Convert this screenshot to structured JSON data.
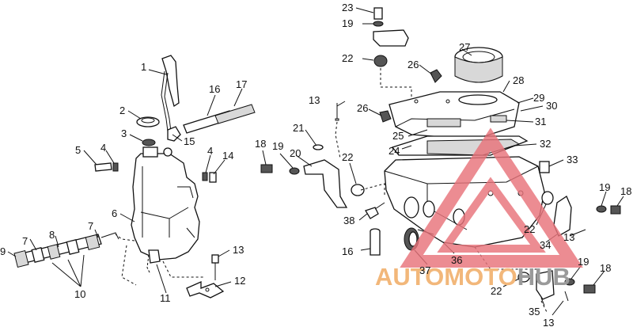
{
  "diagram": {
    "callouts": [
      {
        "id": "c1",
        "text": "1"
      },
      {
        "id": "c2",
        "text": "2"
      },
      {
        "id": "c3",
        "text": "3"
      },
      {
        "id": "c4a",
        "text": "4"
      },
      {
        "id": "c4b",
        "text": "4"
      },
      {
        "id": "c5",
        "text": "5"
      },
      {
        "id": "c6",
        "text": "6"
      },
      {
        "id": "c7a",
        "text": "7"
      },
      {
        "id": "c7b",
        "text": "7"
      },
      {
        "id": "c8",
        "text": "8"
      },
      {
        "id": "c9",
        "text": "9"
      },
      {
        "id": "c10",
        "text": "10"
      },
      {
        "id": "c11",
        "text": "11"
      },
      {
        "id": "c12",
        "text": "12"
      },
      {
        "id": "c13a",
        "text": "13"
      },
      {
        "id": "c13b",
        "text": "13"
      },
      {
        "id": "c13c",
        "text": "13"
      },
      {
        "id": "c13d",
        "text": "13"
      },
      {
        "id": "c14",
        "text": "14"
      },
      {
        "id": "c15",
        "text": "15"
      },
      {
        "id": "c16a",
        "text": "16"
      },
      {
        "id": "c16b",
        "text": "16"
      },
      {
        "id": "c17",
        "text": "17"
      },
      {
        "id": "c18a",
        "text": "18"
      },
      {
        "id": "c18b",
        "text": "18"
      },
      {
        "id": "c18c",
        "text": "18"
      },
      {
        "id": "c19a",
        "text": "19"
      },
      {
        "id": "c19b",
        "text": "19"
      },
      {
        "id": "c19c",
        "text": "19"
      },
      {
        "id": "c19d",
        "text": "19"
      },
      {
        "id": "c20",
        "text": "20"
      },
      {
        "id": "c21",
        "text": "21"
      },
      {
        "id": "c22a",
        "text": "22"
      },
      {
        "id": "c22b",
        "text": "22"
      },
      {
        "id": "c22c",
        "text": "22"
      },
      {
        "id": "c22d",
        "text": "22"
      },
      {
        "id": "c23",
        "text": "23"
      },
      {
        "id": "c24",
        "text": "24"
      },
      {
        "id": "c25",
        "text": "25"
      },
      {
        "id": "c26a",
        "text": "26"
      },
      {
        "id": "c26b",
        "text": "26"
      },
      {
        "id": "c27",
        "text": "27"
      },
      {
        "id": "c28",
        "text": "28"
      },
      {
        "id": "c29",
        "text": "29"
      },
      {
        "id": "c30",
        "text": "30"
      },
      {
        "id": "c31",
        "text": "31"
      },
      {
        "id": "c32",
        "text": "32"
      },
      {
        "id": "c33",
        "text": "33"
      },
      {
        "id": "c34",
        "text": "34"
      },
      {
        "id": "c35",
        "text": "35"
      },
      {
        "id": "c36",
        "text": "36"
      },
      {
        "id": "c37",
        "text": "37"
      },
      {
        "id": "c38",
        "text": "38"
      }
    ]
  },
  "watermark": {
    "prefix": "AUTOMOTO",
    "suffix": "HUB",
    "color_prefix": "#f2b77a",
    "color_suffix": "#9a9a9a",
    "triangle_color": "#e8737a"
  }
}
